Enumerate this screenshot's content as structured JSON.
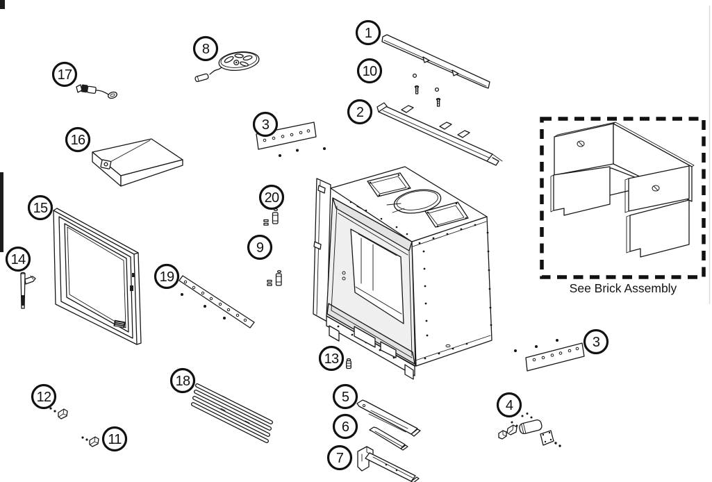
{
  "figure": {
    "type": "exploded-parts-diagram",
    "subject": "fireplace-insert-firebox-assembly",
    "brick_note": "See Brick Assembly",
    "colors": {
      "line": "#161616",
      "background": "#ffffff",
      "shading": "#e3e3e3"
    },
    "callouts": [
      {
        "num": "1",
        "part": "top-trim-strip"
      },
      {
        "num": "10",
        "part": "screws"
      },
      {
        "num": "2",
        "part": "top-support-bracket"
      },
      {
        "num": "8",
        "part": "damper-crank-assembly"
      },
      {
        "num": "17",
        "part": "igniter"
      },
      {
        "num": "16",
        "part": "baffle-wedge"
      },
      {
        "num": "3",
        "part": "mounting-strip-upper"
      },
      {
        "num": "20",
        "part": "spacer-clip-with-screws"
      },
      {
        "num": "9",
        "part": "spacer-clip-with-screws"
      },
      {
        "num": "15",
        "part": "glass-door-assembly"
      },
      {
        "num": "14",
        "part": "door-pin"
      },
      {
        "num": "19",
        "part": "mounting-strip-left"
      },
      {
        "num": "13",
        "part": "small-clip"
      },
      {
        "num": "12",
        "part": "clip-with-screws"
      },
      {
        "num": "11",
        "part": "clip-with-screws"
      },
      {
        "num": "18",
        "part": "louver-grille"
      },
      {
        "num": "5",
        "part": "slide-plate"
      },
      {
        "num": "6",
        "part": "thin-strip"
      },
      {
        "num": "7",
        "part": "bottom-bracket"
      },
      {
        "num": "3",
        "part": "mounting-strip-right"
      },
      {
        "num": "4",
        "part": "hardware-kit"
      }
    ]
  }
}
